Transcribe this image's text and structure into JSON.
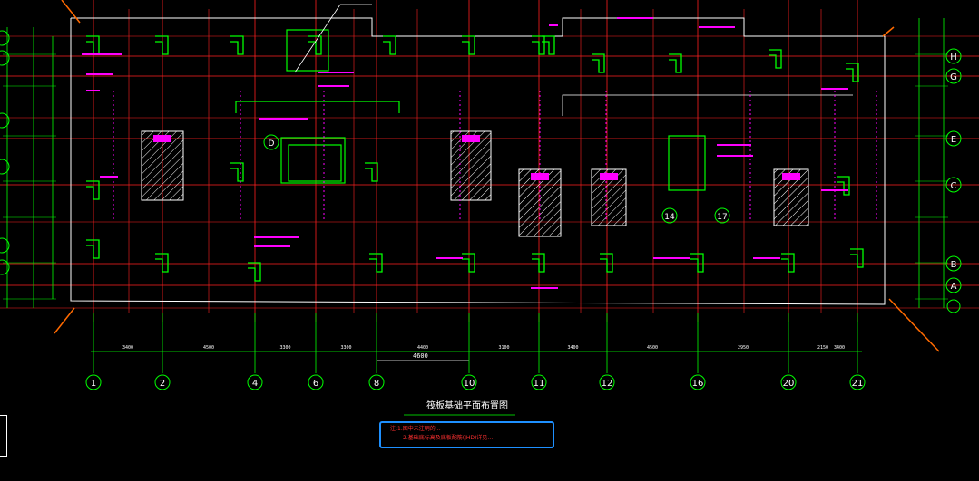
{
  "drawing": {
    "title": "筏板基础平面布置图",
    "notes": [
      "注:1.图中未注明的…",
      "2.基础底标高及底板配筋(JHD)详见…"
    ],
    "main_dimension": "4600",
    "colors": {
      "background": "#000000",
      "grid_line": "#ff2020",
      "dimension": "#00ff00",
      "wall": "#00ff00",
      "annotation": "#ff00ff",
      "text": "#ffffff",
      "selection": "#1e90ff",
      "leader": "#ff6a00"
    }
  },
  "axes": {
    "columns": [
      "1",
      "2",
      "4",
      "6",
      "8",
      "10",
      "11",
      "12",
      "16",
      "20",
      "21"
    ],
    "rows": [
      "H",
      "G",
      "E",
      "C",
      "B",
      "A"
    ],
    "inner_markers": [
      "D",
      "14",
      "17"
    ]
  },
  "bottom_dimensions": [
    "3400",
    "4500",
    "3300",
    "3300",
    "4400",
    "3100",
    "3400",
    "4500",
    "2950",
    "2150",
    "3400"
  ]
}
